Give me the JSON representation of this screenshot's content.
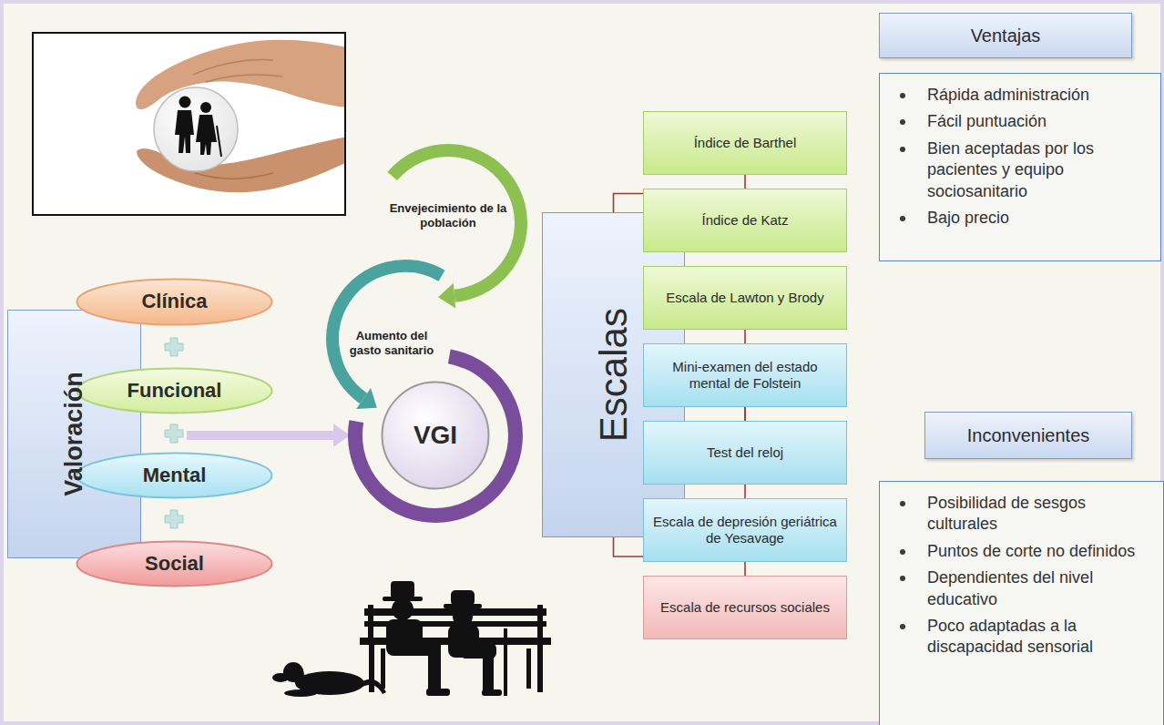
{
  "diagram": {
    "nodes": [
      {
        "text": [
          "Valoración"
        ]
      },
      {
        "text": [
          "Clínica"
        ]
      },
      {
        "text": [
          "Funcional"
        ]
      },
      {
        "text": [
          "Mental"
        ]
      },
      {
        "text": [
          "Social"
        ]
      },
      {
        "text": [
          "VGI"
        ]
      },
      {
        "text": [
          "Escalas"
        ]
      },
      {
        "text": [
          "Índice de Barthel"
        ]
      },
      {
        "text": [
          "Índice de Katz"
        ]
      },
      {
        "text": [
          "Escala de Lawton y Brody"
        ]
      },
      {
        "text": [
          "Mini-examen del estado mental de Folstein"
        ]
      },
      {
        "text": [
          "Test del reloj"
        ]
      },
      {
        "text": [
          "Escala de depresión geriátrica de Yesavage"
        ]
      },
      {
        "text": [
          "Escala de recursos sociales"
        ]
      },
      {
        "text": [
          "Ventajas"
        ]
      },
      {
        "text": [
          "Rápida administración",
          "Fácil puntuación",
          "Bien aceptadas por los pacientes y equipo sociosanitario",
          "Bajo precio"
        ]
      },
      {
        "text": [
          "Inconvenientes"
        ]
      },
      {
        "text": [
          "Posibilidad de sesgos culturales",
          "Puntos de corte no definidos",
          "Dependientes del nivel educativo",
          "Poco adaptadas a la discapacidad sensorial"
        ]
      }
    ],
    "edges": [
      {
        "from": 6,
        "to": 7,
        "arrow": "none"
      },
      {
        "from": 6,
        "to": 8,
        "arrow": "none"
      },
      {
        "from": 6,
        "to": 9,
        "arrow": "none"
      },
      {
        "from": 6,
        "to": 10,
        "arrow": "none"
      },
      {
        "from": 6,
        "to": 11,
        "arrow": "none"
      },
      {
        "from": 6,
        "to": 12,
        "arrow": "none"
      },
      {
        "from": 6,
        "to": 13,
        "arrow": "none"
      }
    ],
    "labels": [
      "Envejecimiento de la población",
      "Aumento del gasto sanitario"
    ]
  }
}
